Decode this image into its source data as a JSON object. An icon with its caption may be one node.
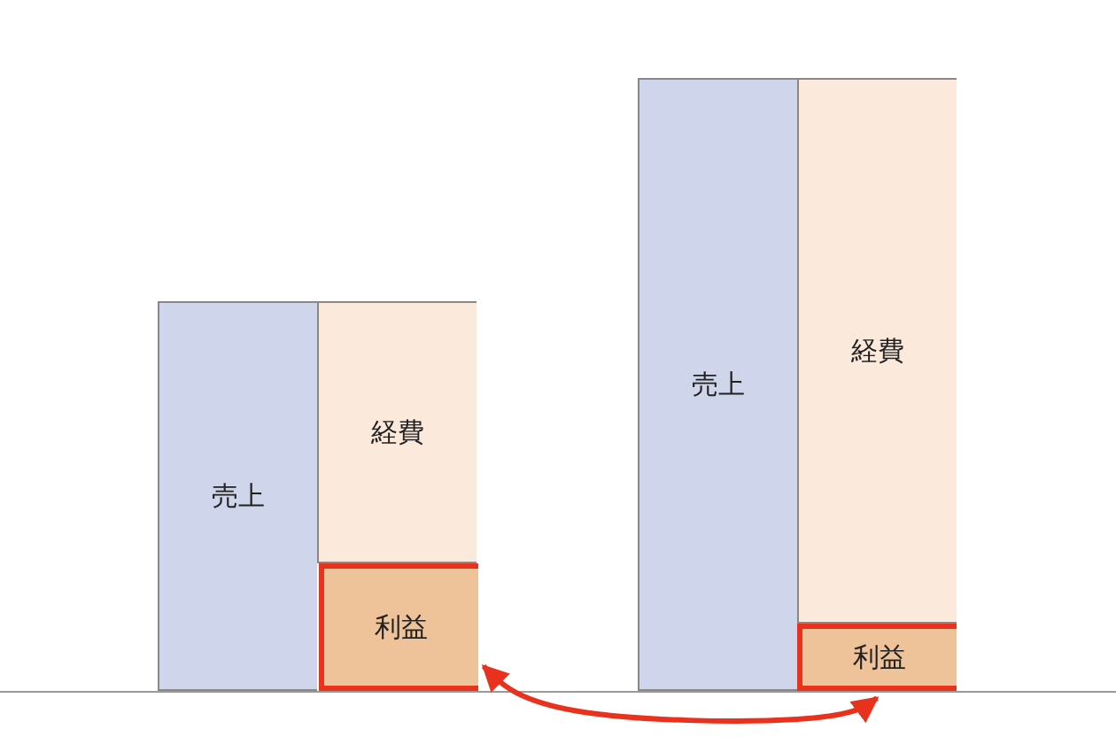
{
  "diagram": {
    "nodes": [
      {
        "text": [
          "売上"
        ]
      },
      {
        "text": [
          "経費"
        ]
      },
      {
        "text": [
          "利益"
        ]
      },
      {
        "text": [
          "売上"
        ]
      },
      {
        "text": [
          "経費"
        ]
      },
      {
        "text": [
          "利益"
        ]
      }
    ],
    "edges": [
      {
        "from": 2,
        "to": 5,
        "arrow": "both"
      }
    ]
  }
}
